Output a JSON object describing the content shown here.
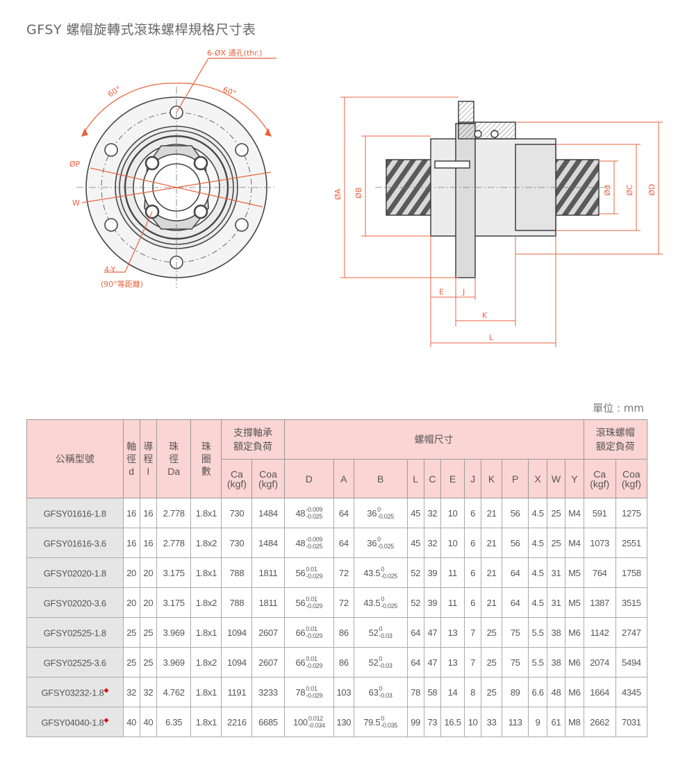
{
  "title": "GFSY 螺帽旋轉式滾珠螺桿規格尺寸表",
  "drawing": {
    "labels": {
      "hole": "6-ØX 通孔(thr.)",
      "angle_left": "60°",
      "angle_right": "60°",
      "p": "ØP",
      "w": "W",
      "y": "4-Y",
      "y_note": "(90°等距離)",
      "a": "ØA",
      "b": "ØB",
      "d": "Ød",
      "c": "ØC",
      "dd": "ØD",
      "e": "E",
      "j": "J",
      "k": "K",
      "l": "L"
    },
    "accent": "#e8633f"
  },
  "unit": "單位 : mm",
  "table": {
    "h": {
      "model": "公稱型號",
      "shaft": [
        "軸",
        "徑",
        "d"
      ],
      "lead": [
        "導",
        "程",
        "l"
      ],
      "ball": [
        "珠",
        "徑",
        "Da"
      ],
      "turns": [
        "珠",
        "圈",
        "數"
      ],
      "support": [
        "支撐軸承",
        "額定負荷"
      ],
      "nut": "螺帽尺寸",
      "ballnut": [
        "滾珠螺帽",
        "額定負荷"
      ],
      "ca": "Ca",
      "coa": "Coa",
      "kgf": "(kgf)",
      "D": "D",
      "A": "A",
      "B": "B",
      "L": "L",
      "C": "C",
      "E": "E",
      "J": "J",
      "K": "K",
      "P": "P",
      "X": "X",
      "W": "W",
      "Y": "Y"
    },
    "rows": [
      {
        "model": "GFSY01616-1.8",
        "mark": "",
        "d": "16",
        "l": "16",
        "da": "2.778",
        "turns": "1.8x1",
        "ca": "730",
        "coa": "1484",
        "D": "48",
        "Du": "-0.009",
        "Dl": "-0.025",
        "A": "64",
        "B": "36",
        "Bu": "0",
        "Bl": "-0.025",
        "L": "45",
        "C": "32",
        "E": "10",
        "J": "6",
        "K": "21",
        "P": "56",
        "X": "4.5",
        "W": "25",
        "Y": "M4",
        "nca": "591",
        "ncoa": "1275"
      },
      {
        "model": "GFSY01616-3.6",
        "mark": "",
        "d": "16",
        "l": "16",
        "da": "2.778",
        "turns": "1.8x2",
        "ca": "730",
        "coa": "1484",
        "D": "48",
        "Du": "-0.009",
        "Dl": "-0.025",
        "A": "64",
        "B": "36",
        "Bu": "0",
        "Bl": "-0.025",
        "L": "45",
        "C": "32",
        "E": "10",
        "J": "6",
        "K": "21",
        "P": "56",
        "X": "4.5",
        "W": "25",
        "Y": "M4",
        "nca": "1073",
        "ncoa": "2551"
      },
      {
        "model": "GFSY02020-1.8",
        "mark": "",
        "d": "20",
        "l": "20",
        "da": "3.175",
        "turns": "1.8x1",
        "ca": "788",
        "coa": "1811",
        "D": "56",
        "Du": "0.01",
        "Dl": "-0.029",
        "A": "72",
        "B": "43.5",
        "Bu": "0",
        "Bl": "-0.025",
        "L": "52",
        "C": "39",
        "E": "11",
        "J": "6",
        "K": "21",
        "P": "64",
        "X": "4.5",
        "W": "31",
        "Y": "M5",
        "nca": "764",
        "ncoa": "1758"
      },
      {
        "model": "GFSY02020-3.6",
        "mark": "",
        "d": "20",
        "l": "20",
        "da": "3.175",
        "turns": "1.8x2",
        "ca": "788",
        "coa": "1811",
        "D": "56",
        "Du": "0.01",
        "Dl": "-0.029",
        "A": "72",
        "B": "43.5",
        "Bu": "0",
        "Bl": "-0.025",
        "L": "52",
        "C": "39",
        "E": "11",
        "J": "6",
        "K": "21",
        "P": "64",
        "X": "4.5",
        "W": "31",
        "Y": "M5",
        "nca": "1387",
        "ncoa": "3515"
      },
      {
        "model": "GFSY02525-1.8",
        "mark": "",
        "d": "25",
        "l": "25",
        "da": "3.969",
        "turns": "1.8x1",
        "ca": "1094",
        "coa": "2607",
        "D": "66",
        "Du": "0.01",
        "Dl": "-0.029",
        "A": "86",
        "B": "52",
        "Bu": "0",
        "Bl": "-0.03",
        "L": "64",
        "C": "47",
        "E": "13",
        "J": "7",
        "K": "25",
        "P": "75",
        "X": "5.5",
        "W": "38",
        "Y": "M6",
        "nca": "1142",
        "ncoa": "2747"
      },
      {
        "model": "GFSY02525-3.6",
        "mark": "",
        "d": "25",
        "l": "25",
        "da": "3.969",
        "turns": "1.8x2",
        "ca": "1094",
        "coa": "2607",
        "D": "66",
        "Du": "0.01",
        "Dl": "-0.029",
        "A": "86",
        "B": "52",
        "Bu": "0",
        "Bl": "-0.03",
        "L": "64",
        "C": "47",
        "E": "13",
        "J": "7",
        "K": "25",
        "P": "75",
        "X": "5.5",
        "W": "38",
        "Y": "M6",
        "nca": "2074",
        "ncoa": "5494"
      },
      {
        "model": "GFSY03232-1.8",
        "mark": "◆",
        "d": "32",
        "l": "32",
        "da": "4.762",
        "turns": "1.8x1",
        "ca": "1191",
        "coa": "3233",
        "D": "78",
        "Du": "0.01",
        "Dl": "-0.029",
        "A": "103",
        "B": "63",
        "Bu": "0",
        "Bl": "-0.03",
        "L": "78",
        "C": "58",
        "E": "14",
        "J": "8",
        "K": "25",
        "P": "89",
        "X": "6.6",
        "W": "48",
        "Y": "M6",
        "nca": "1664",
        "ncoa": "4345"
      },
      {
        "model": "GFSY04040-1.8",
        "mark": "◆",
        "d": "40",
        "l": "40",
        "da": "6.35",
        "turns": "1.8x1",
        "ca": "2216",
        "coa": "6685",
        "D": "100",
        "Du": "0.012",
        "Dl": "-0.034",
        "A": "130",
        "B": "79.5",
        "Bu": "0",
        "Bl": "-0.035",
        "L": "99",
        "C": "73",
        "E": "16.5",
        "J": "10",
        "K": "33",
        "P": "113",
        "X": "9",
        "W": "61",
        "Y": "M8",
        "nca": "2662",
        "ncoa": "7031"
      }
    ]
  }
}
